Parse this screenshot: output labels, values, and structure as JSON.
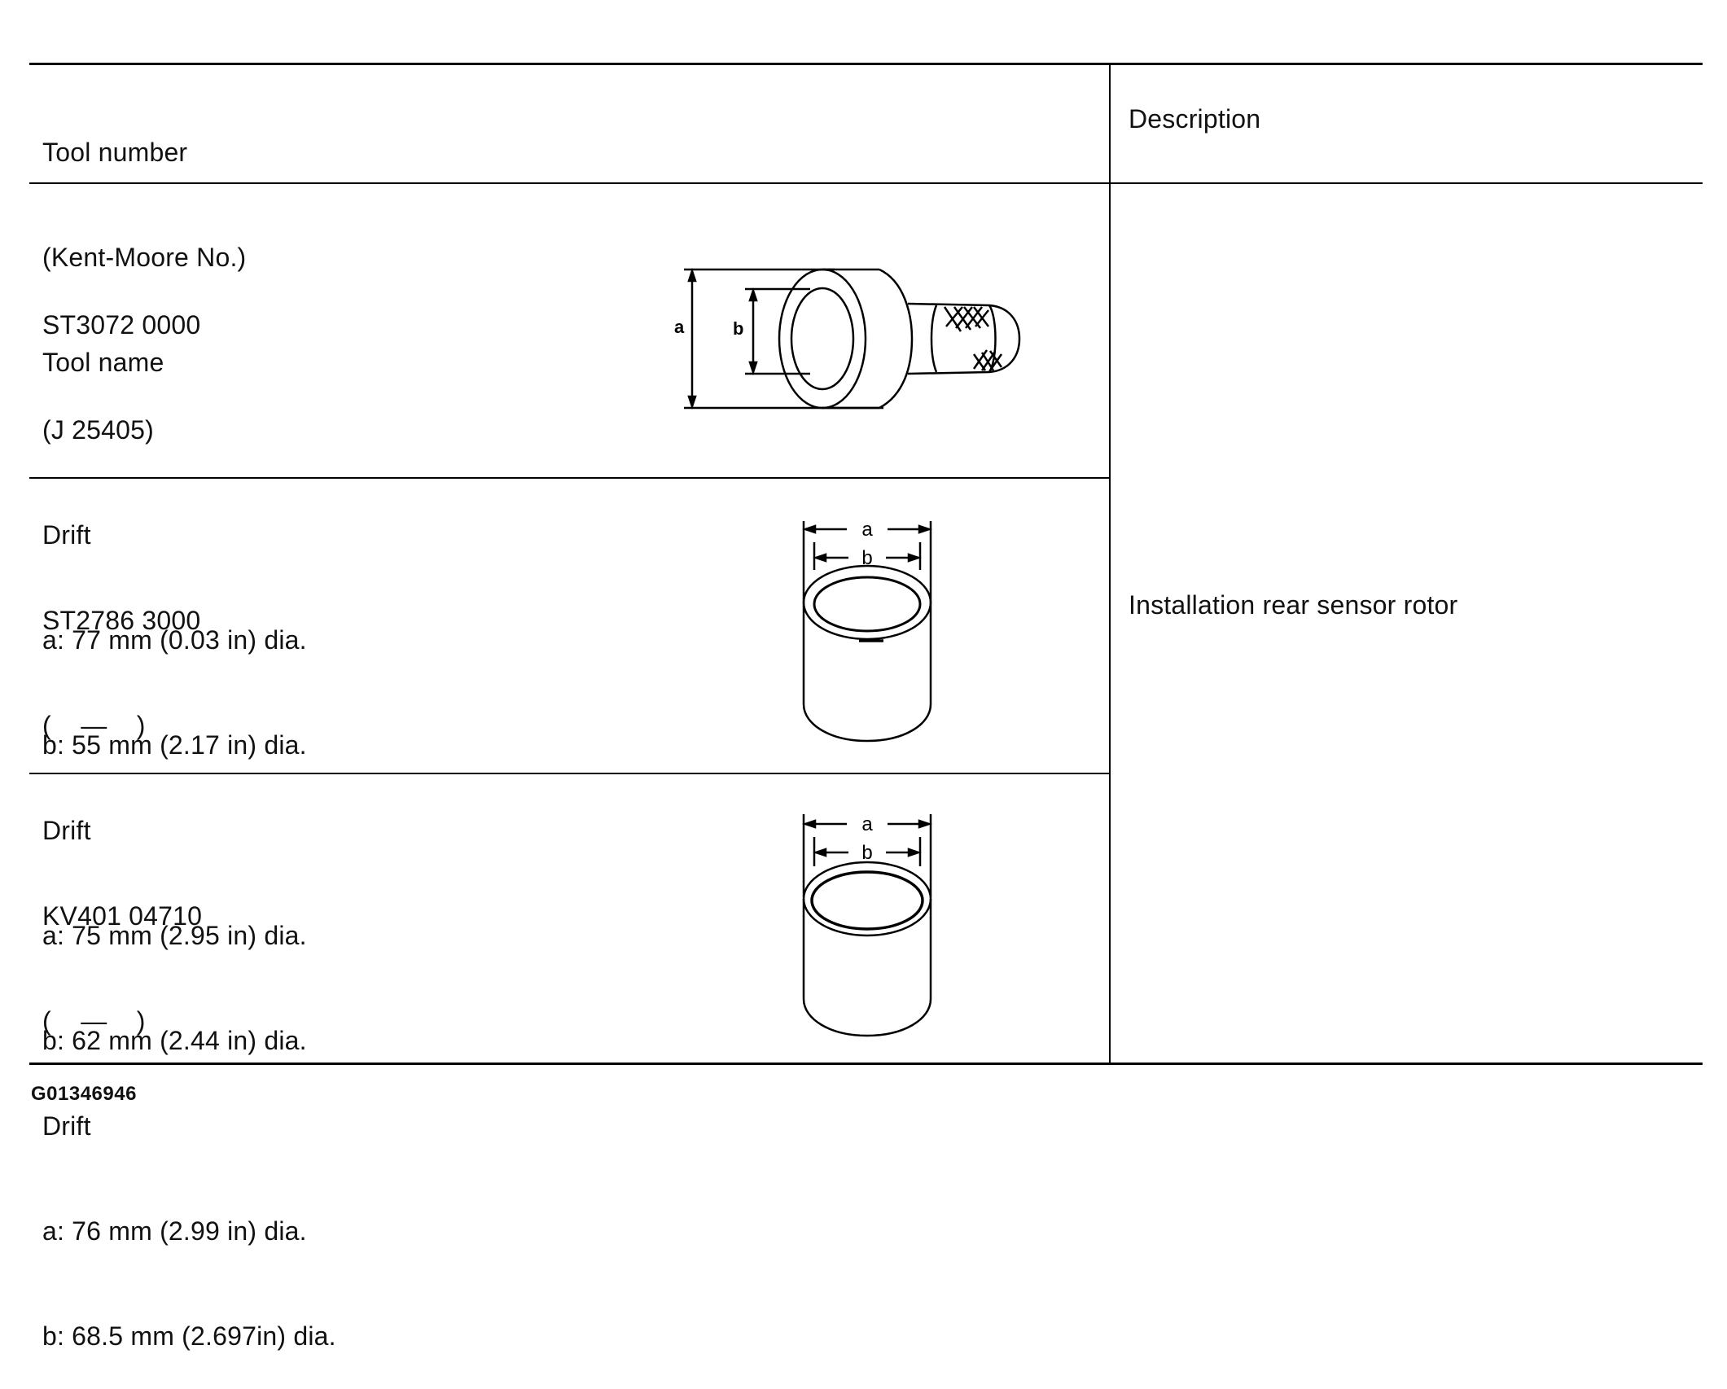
{
  "header": {
    "tool_lines": [
      "Tool number",
      "(Kent-Moore No.)",
      "Tool name"
    ],
    "description": "Description"
  },
  "rows": [
    {
      "lines": [
        "ST3072 0000",
        "(J 25405)",
        "Drift",
        "a: 77 mm (0.03 in) dia.",
        "b: 55 mm (2.17 in) dia."
      ],
      "labels": {
        "a": "a",
        "b": "b"
      }
    },
    {
      "lines": [
        "ST2786 3000",
        "(    —    )",
        "Drift",
        "a: 75 mm (2.95 in) dia.",
        "b: 62 mm (2.44 in) dia."
      ],
      "labels": {
        "a": "a",
        "b": "b"
      }
    },
    {
      "lines": [
        "KV401 04710",
        "(    —    )",
        "Drift",
        "a: 76 mm (2.99 in) dia.",
        "b: 68.5 mm (2.697in) dia."
      ],
      "labels": {
        "a": "a",
        "b": "b"
      }
    }
  ],
  "description": "Installation rear sensor rotor",
  "footer_code": "G01346946"
}
